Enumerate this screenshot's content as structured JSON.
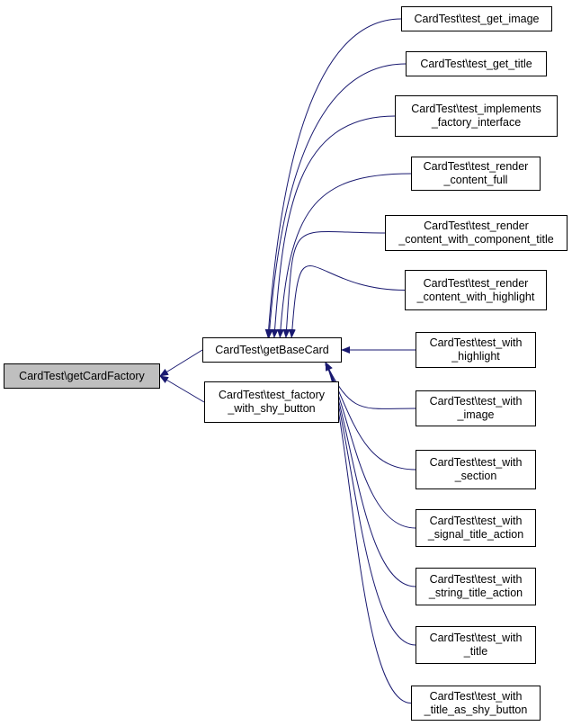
{
  "colors": {
    "edge": "#191970",
    "node_border": "#000000",
    "focus_fill": "#bfbfbf",
    "node_fill": "#ffffff"
  },
  "nodes": [
    {
      "id": "getCardFactory",
      "lines": [
        "CardTest\\getCardFactory"
      ],
      "focus": true
    },
    {
      "id": "getBaseCard",
      "lines": [
        "CardTest\\getBaseCard"
      ]
    },
    {
      "id": "test_factory_with_shy_button",
      "lines": [
        "CardTest\\test_factory",
        "_with_shy_button"
      ]
    },
    {
      "id": "test_get_image",
      "lines": [
        "CardTest\\test_get_image"
      ]
    },
    {
      "id": "test_get_title",
      "lines": [
        "CardTest\\test_get_title"
      ]
    },
    {
      "id": "test_implements_factory_interface",
      "lines": [
        "CardTest\\test_implements",
        "_factory_interface"
      ]
    },
    {
      "id": "test_render_content_full",
      "lines": [
        "CardTest\\test_render",
        "_content_full"
      ]
    },
    {
      "id": "test_render_content_with_component_title",
      "lines": [
        "CardTest\\test_render",
        "_content_with_component_title"
      ]
    },
    {
      "id": "test_render_content_with_highlight",
      "lines": [
        "CardTest\\test_render",
        "_content_with_highlight"
      ]
    },
    {
      "id": "test_with_highlight",
      "lines": [
        "CardTest\\test_with",
        "_highlight"
      ]
    },
    {
      "id": "test_with_image",
      "lines": [
        "CardTest\\test_with",
        "_image"
      ]
    },
    {
      "id": "test_with_section",
      "lines": [
        "CardTest\\test_with",
        "_section"
      ]
    },
    {
      "id": "test_with_signal_title_action",
      "lines": [
        "CardTest\\test_with",
        "_signal_title_action"
      ]
    },
    {
      "id": "test_with_string_title_action",
      "lines": [
        "CardTest\\test_with",
        "_string_title_action"
      ]
    },
    {
      "id": "test_with_title",
      "lines": [
        "CardTest\\test_with",
        "_title"
      ]
    },
    {
      "id": "test_with_title_as_shy_button",
      "lines": [
        "CardTest\\test_with",
        "_title_as_shy_button"
      ]
    }
  ],
  "edges": [
    {
      "from": "getBaseCard",
      "to": "getCardFactory"
    },
    {
      "from": "test_factory_with_shy_button",
      "to": "getCardFactory"
    },
    {
      "from": "test_get_image",
      "to": "getBaseCard"
    },
    {
      "from": "test_get_title",
      "to": "getBaseCard"
    },
    {
      "from": "test_implements_factory_interface",
      "to": "getBaseCard"
    },
    {
      "from": "test_render_content_full",
      "to": "getBaseCard"
    },
    {
      "from": "test_render_content_with_component_title",
      "to": "getBaseCard"
    },
    {
      "from": "test_render_content_with_highlight",
      "to": "getBaseCard"
    },
    {
      "from": "test_with_highlight",
      "to": "getBaseCard"
    },
    {
      "from": "test_with_image",
      "to": "getBaseCard"
    },
    {
      "from": "test_with_section",
      "to": "getBaseCard"
    },
    {
      "from": "test_with_signal_title_action",
      "to": "getBaseCard"
    },
    {
      "from": "test_with_string_title_action",
      "to": "getBaseCard"
    },
    {
      "from": "test_with_title",
      "to": "getBaseCard"
    },
    {
      "from": "test_with_title_as_shy_button",
      "to": "getBaseCard"
    }
  ]
}
